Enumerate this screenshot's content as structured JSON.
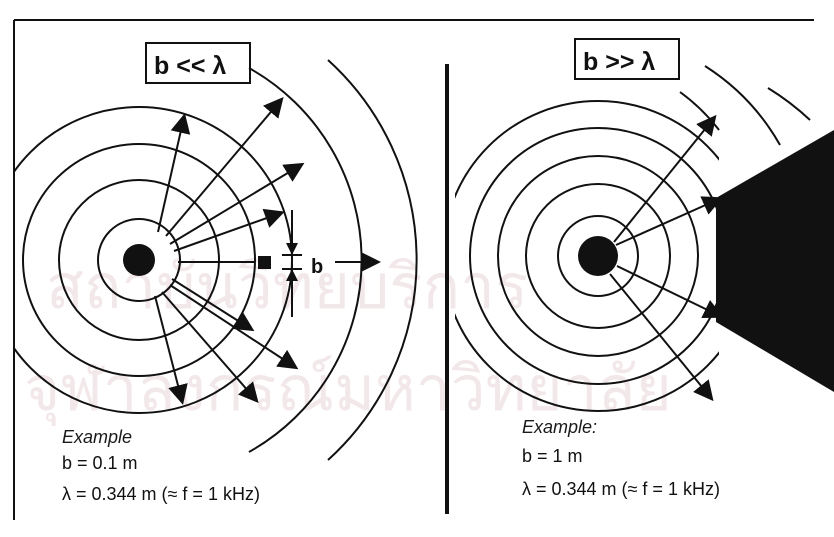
{
  "panels": {
    "left": {
      "label": "b << λ",
      "size_label": "b",
      "example": {
        "title": "Example",
        "line1": "b = 0.1 m",
        "line2": "λ = 0.344 m (≈ f = 1 kHz)"
      }
    },
    "right": {
      "label": "b >> λ",
      "example": {
        "title": "Example:",
        "line1": "b = 1 m",
        "line2": "λ = 0.344 m (≈ f = 1 kHz)"
      }
    }
  },
  "watermark": {
    "line1": "สถาบันวิทยบริการ",
    "line2": "จุฬาลงกรณ์มหาวิทยาลัย"
  },
  "colors": {
    "ink": "#111111",
    "background": "#ffffff",
    "watermark": "#d8b7bd"
  }
}
